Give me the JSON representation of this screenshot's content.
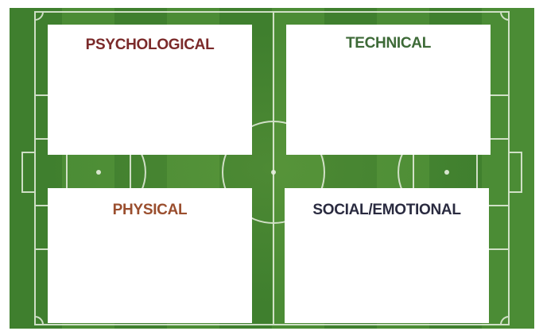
{
  "panels": {
    "psychological": {
      "title": "PSYCHOLOGICAL",
      "color": "#7b2a2a"
    },
    "technical": {
      "title": "TECHNICAL",
      "color": "#3d6a37"
    },
    "physical": {
      "title": "PHYSICAL",
      "color": "#9a4e2e"
    },
    "social_emotional": {
      "title": "SOCIAL/EMOTIONAL",
      "color": "#2a2b40"
    }
  },
  "colors": {
    "pitch_dark": "#3f7f2e",
    "pitch_light": "#4b8c35",
    "line": "#e8efe0",
    "panel": "#ffffff"
  }
}
